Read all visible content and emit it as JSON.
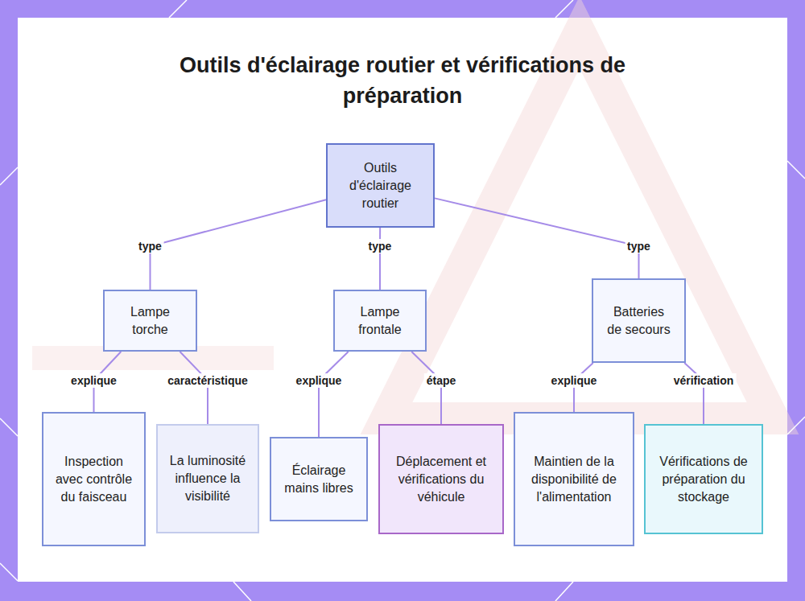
{
  "diagram": {
    "title": "Outils d'éclairage routier et vérifications de préparation",
    "nodes": [
      {
        "text": [
          "Outils d'éclairage routier"
        ]
      },
      {
        "text": [
          "Lampe torche"
        ]
      },
      {
        "text": [
          "Lampe frontale"
        ]
      },
      {
        "text": [
          "Batteries de secours"
        ]
      },
      {
        "text": [
          "Inspection avec contrôle du faisceau"
        ]
      },
      {
        "text": [
          "La luminosité influence la visibilité"
        ]
      },
      {
        "text": [
          "Éclairage mains libres"
        ]
      },
      {
        "text": [
          "Déplacement et vérifications du véhicule"
        ]
      },
      {
        "text": [
          "Maintien de la disponibilité de l'alimentation"
        ]
      },
      {
        "text": [
          "Vérifications de préparation du stockage"
        ]
      }
    ],
    "edges": [
      {
        "from": 0,
        "to": 1,
        "label": "type",
        "arrow": "none"
      },
      {
        "from": 0,
        "to": 2,
        "label": "type",
        "arrow": "none"
      },
      {
        "from": 0,
        "to": 3,
        "label": "type",
        "arrow": "none"
      },
      {
        "from": 1,
        "to": 4,
        "label": "explique",
        "arrow": "none"
      },
      {
        "from": 1,
        "to": 5,
        "label": "caractéristique",
        "arrow": "none"
      },
      {
        "from": 2,
        "to": 6,
        "label": "explique",
        "arrow": "none"
      },
      {
        "from": 2,
        "to": 7,
        "label": "étape",
        "arrow": "none"
      },
      {
        "from": 3,
        "to": 8,
        "label": "explique",
        "arrow": "none"
      },
      {
        "from": 3,
        "to": 9,
        "label": "vérification",
        "arrow": "none"
      }
    ]
  }
}
